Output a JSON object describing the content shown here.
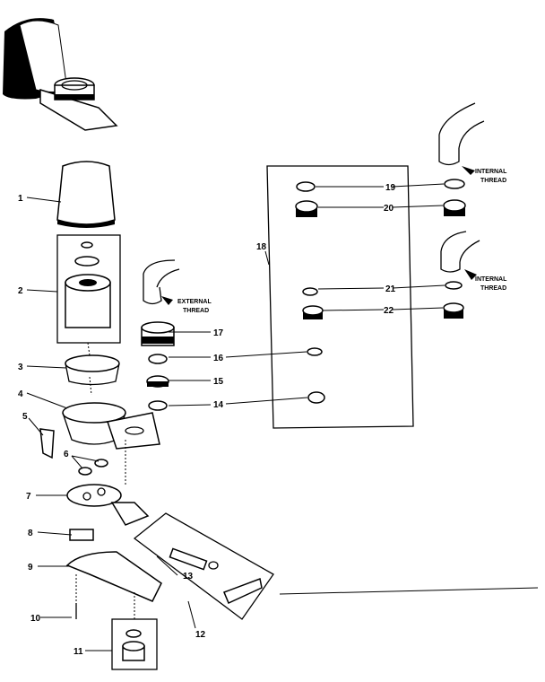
{
  "diagram": {
    "parts": [
      {
        "number": "1"
      },
      {
        "number": "2"
      },
      {
        "number": "3"
      },
      {
        "number": "4"
      },
      {
        "number": "5"
      },
      {
        "number": "6"
      },
      {
        "number": "7"
      },
      {
        "number": "8"
      },
      {
        "number": "9"
      },
      {
        "number": "10"
      },
      {
        "number": "11"
      },
      {
        "number": "12"
      },
      {
        "number": "13"
      },
      {
        "number": "14"
      },
      {
        "number": "15"
      },
      {
        "number": "16"
      },
      {
        "number": "17"
      },
      {
        "number": "18"
      },
      {
        "number": "19"
      },
      {
        "number": "20"
      },
      {
        "number": "21"
      },
      {
        "number": "22"
      }
    ],
    "notes": {
      "external_1": "EXTERNAL",
      "external_2": "THREAD",
      "internal_a_1": "INTERNAL",
      "internal_a_2": "THREAD",
      "internal_b_1": "INTERNAL",
      "internal_b_2": "THREAD"
    }
  }
}
